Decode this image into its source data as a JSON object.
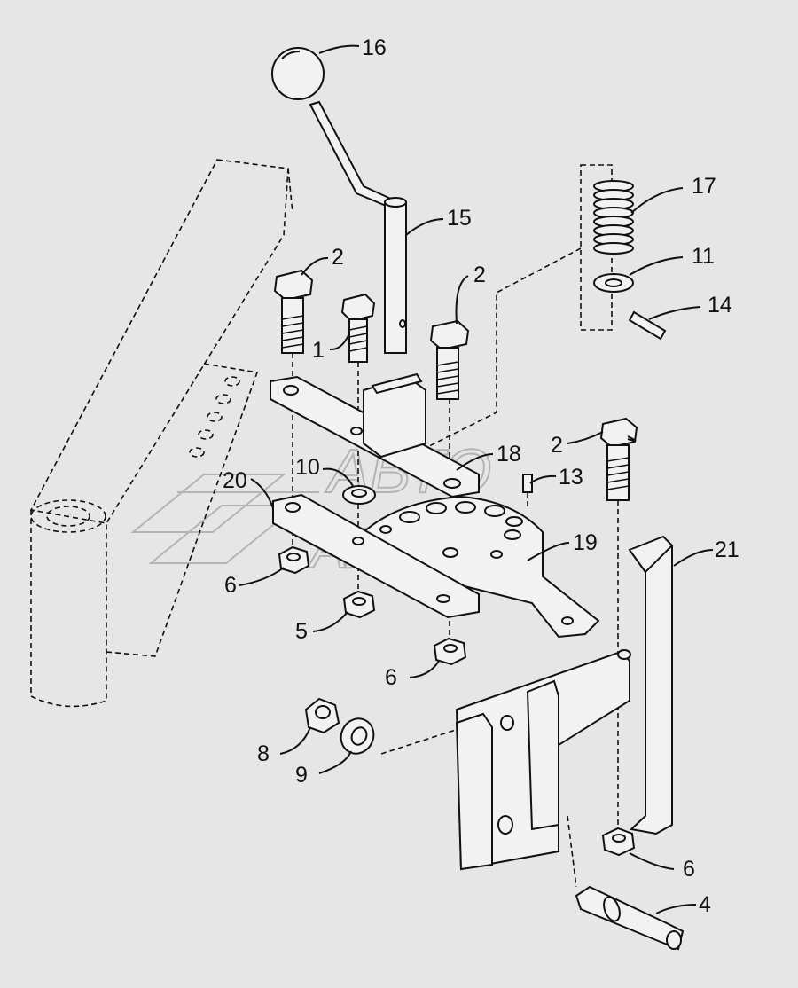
{
  "diagram": {
    "callouts": [
      {
        "id": "16",
        "text": "16"
      },
      {
        "id": "17",
        "text": "17"
      },
      {
        "id": "15",
        "text": "15"
      },
      {
        "id": "11",
        "text": "11"
      },
      {
        "id": "14",
        "text": "14"
      },
      {
        "id": "2a",
        "text": "2"
      },
      {
        "id": "2b",
        "text": "2"
      },
      {
        "id": "2c",
        "text": "2"
      },
      {
        "id": "1",
        "text": "1"
      },
      {
        "id": "18",
        "text": "18"
      },
      {
        "id": "13",
        "text": "13"
      },
      {
        "id": "10",
        "text": "10"
      },
      {
        "id": "20",
        "text": "20"
      },
      {
        "id": "19",
        "text": "19"
      },
      {
        "id": "21",
        "text": "21"
      },
      {
        "id": "6a",
        "text": "6"
      },
      {
        "id": "5",
        "text": "5"
      },
      {
        "id": "6b",
        "text": "6"
      },
      {
        "id": "8",
        "text": "8"
      },
      {
        "id": "9",
        "text": "9"
      },
      {
        "id": "6c",
        "text": "6"
      },
      {
        "id": "4",
        "text": "4"
      }
    ],
    "watermark": {
      "line1": "АВТО",
      "line2": "АЛЬЯНС"
    }
  }
}
